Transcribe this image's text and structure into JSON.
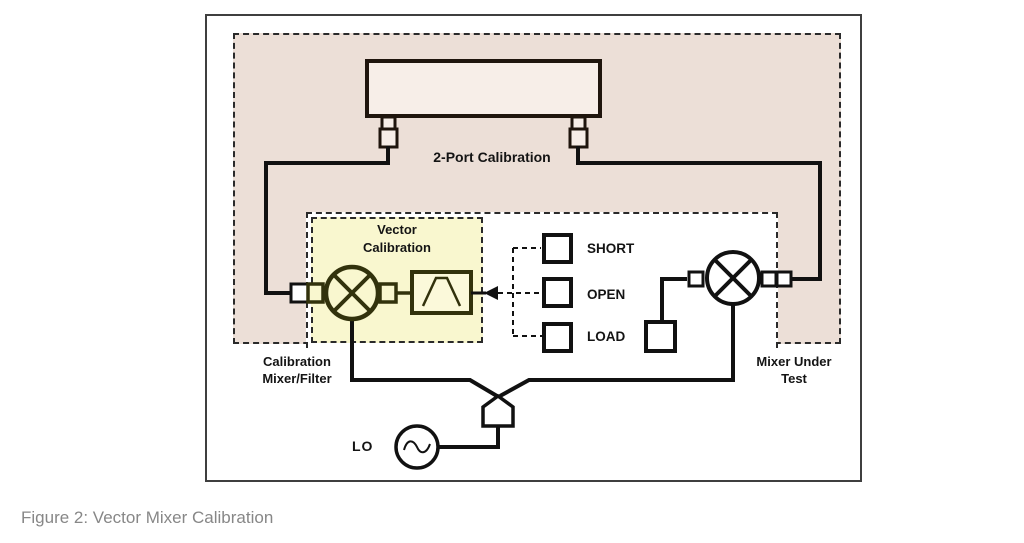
{
  "figure": {
    "caption": "Figure 2: Vector Mixer Calibration"
  },
  "diagram": {
    "network_analyzer": {
      "label": "2-Port Calibration"
    },
    "vector_calibration": {
      "line1": "Vector",
      "line2": "Calibration"
    },
    "calibration_mixer": {
      "line1": "Calibration",
      "line2": "Mixer/Filter"
    },
    "mixer_under_test": {
      "line1": "Mixer Under",
      "line2": "Test"
    },
    "standards": [
      {
        "label": "SHORT"
      },
      {
        "label": "OPEN"
      },
      {
        "label": "LOAD"
      }
    ],
    "lo": {
      "label": "LO"
    }
  },
  "colors": {
    "calibration_plane_fill": "#ecdfd7",
    "vector_cal_fill": "#f9f7cf",
    "mixer_filter_accent": "#32320c",
    "wire_line": "#111111",
    "caption_text": "#878787"
  }
}
